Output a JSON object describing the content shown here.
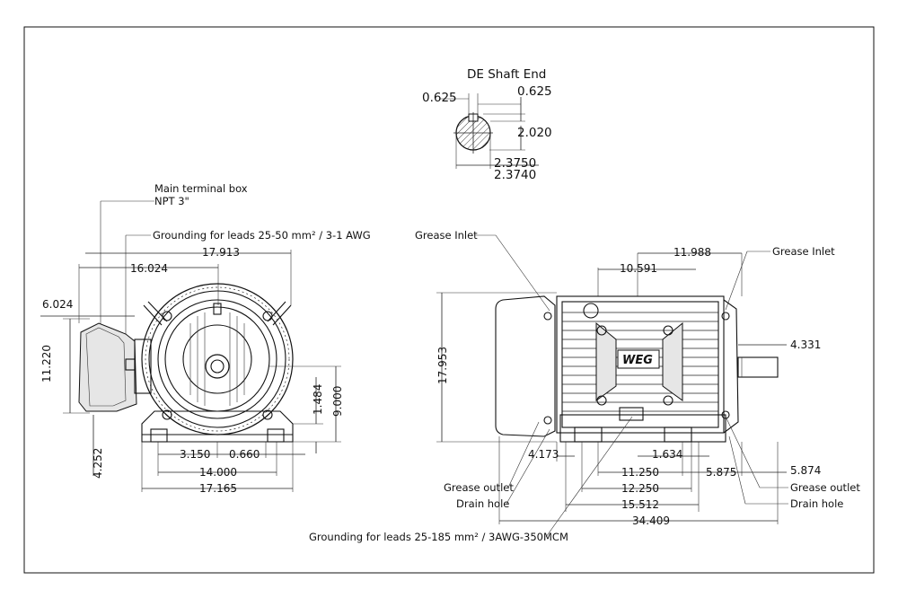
{
  "shaft_end": {
    "title": "DE Shaft End",
    "key_left": "0.625",
    "key_right": "0.625",
    "key_depth": "2.020",
    "dia_max": "2.3750",
    "dia_min": "2.3740"
  },
  "front_view": {
    "main_terminal_box": "Main terminal box",
    "npt": "NPT 3\"",
    "grounding_leads": "Grounding for leads 25-50 mm² / 3-1 AWG",
    "d_17913": "17.913",
    "d_16024": "16.024",
    "d_6024": "6.024",
    "d_11220": "11.220",
    "d_1484": "1.484",
    "d_9000": "9.000",
    "d_4252": "4.252",
    "d_3150": "3.150",
    "d_0660": "0.660",
    "d_14000": "14.000",
    "d_17165": "17.165"
  },
  "side_view": {
    "grease_inlet_left": "Grease Inlet",
    "grease_inlet_right": "Grease Inlet",
    "d_11988": "11.988",
    "d_10591": "10.591",
    "d_17953": "17.953",
    "d_4331": "4.331",
    "d_4173": "4.173",
    "d_1634": "1.634",
    "d_11250": "11.250",
    "d_5875": "5.875",
    "d_5874": "5.874",
    "d_12250": "12.250",
    "d_15512": "15.512",
    "d_34409": "34.409",
    "grease_outlet_left": "Grease outlet",
    "drain_hole_left": "Drain hole",
    "grease_outlet_right": "Grease outlet",
    "drain_hole_right": "Drain hole",
    "grounding_leads_bottom": "Grounding for leads 25-185 mm² / 3AWG-350MCM",
    "brand_logo": "WEG"
  }
}
